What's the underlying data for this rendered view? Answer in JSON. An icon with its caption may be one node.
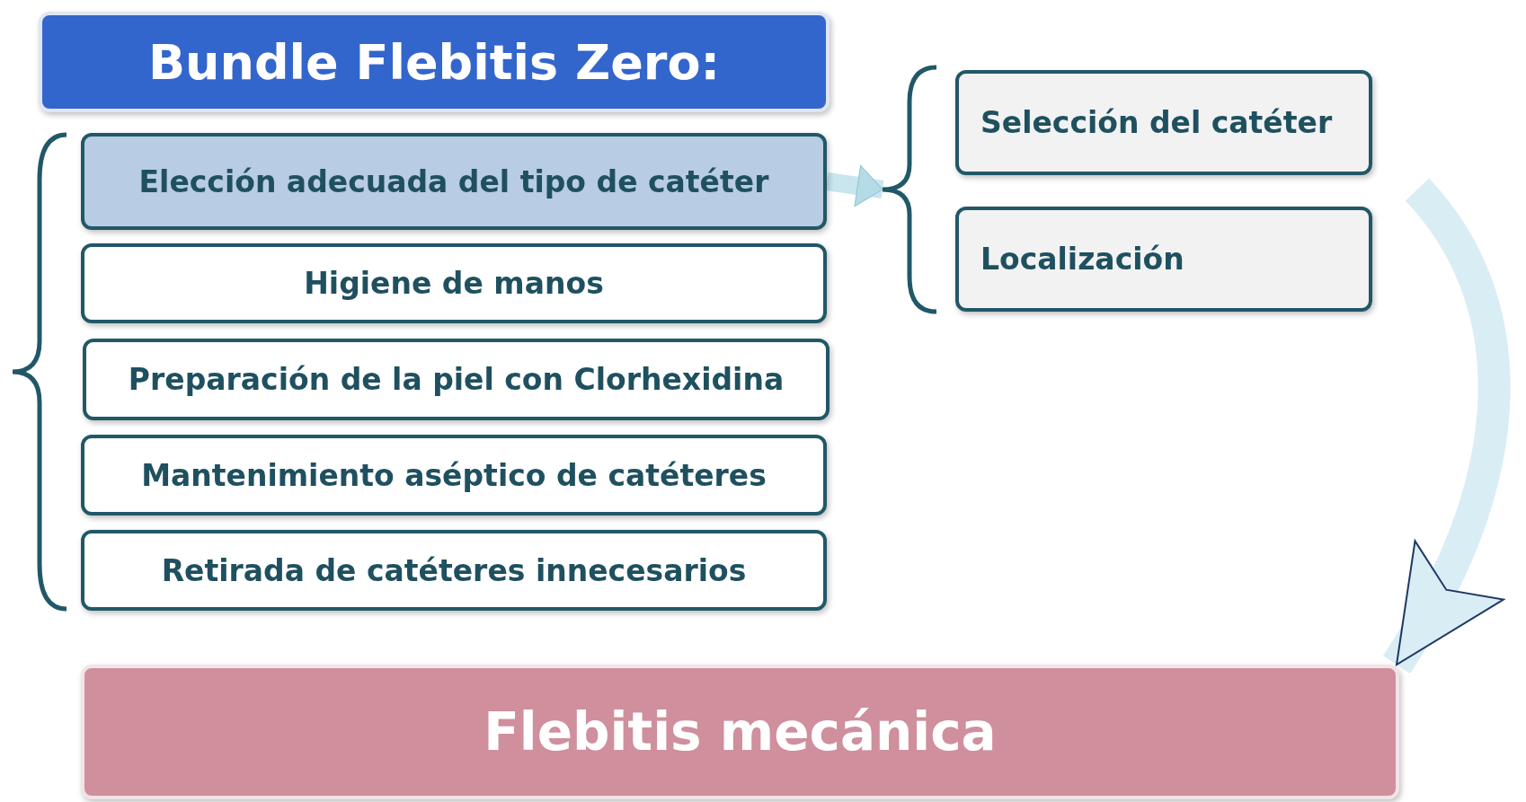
{
  "diagram": {
    "nodes": [
      {
        "text": [
          "Bundle Flebitis Zero:"
        ]
      },
      {
        "text": [
          "Elección adecuada del tipo de catéter"
        ]
      },
      {
        "text": [
          "Higiene de manos"
        ]
      },
      {
        "text": [
          "Preparación de la piel con Clorhexidina"
        ]
      },
      {
        "text": [
          "Mantenimiento aséptico de catéteres"
        ]
      },
      {
        "text": [
          "Retirada de catéteres innecesarios"
        ]
      },
      {
        "text": [],
        "shape": "brace"
      },
      {
        "text": [
          "Selección del catéter"
        ]
      },
      {
        "text": [
          "Localización"
        ]
      },
      {
        "text": [
          "Flebitis mecánica"
        ]
      }
    ],
    "edges": [
      {
        "from": 1,
        "to": 6,
        "arrow": "to"
      },
      {
        "from": null,
        "to": 9,
        "arrow": "to",
        "style": "thick"
      }
    ]
  }
}
